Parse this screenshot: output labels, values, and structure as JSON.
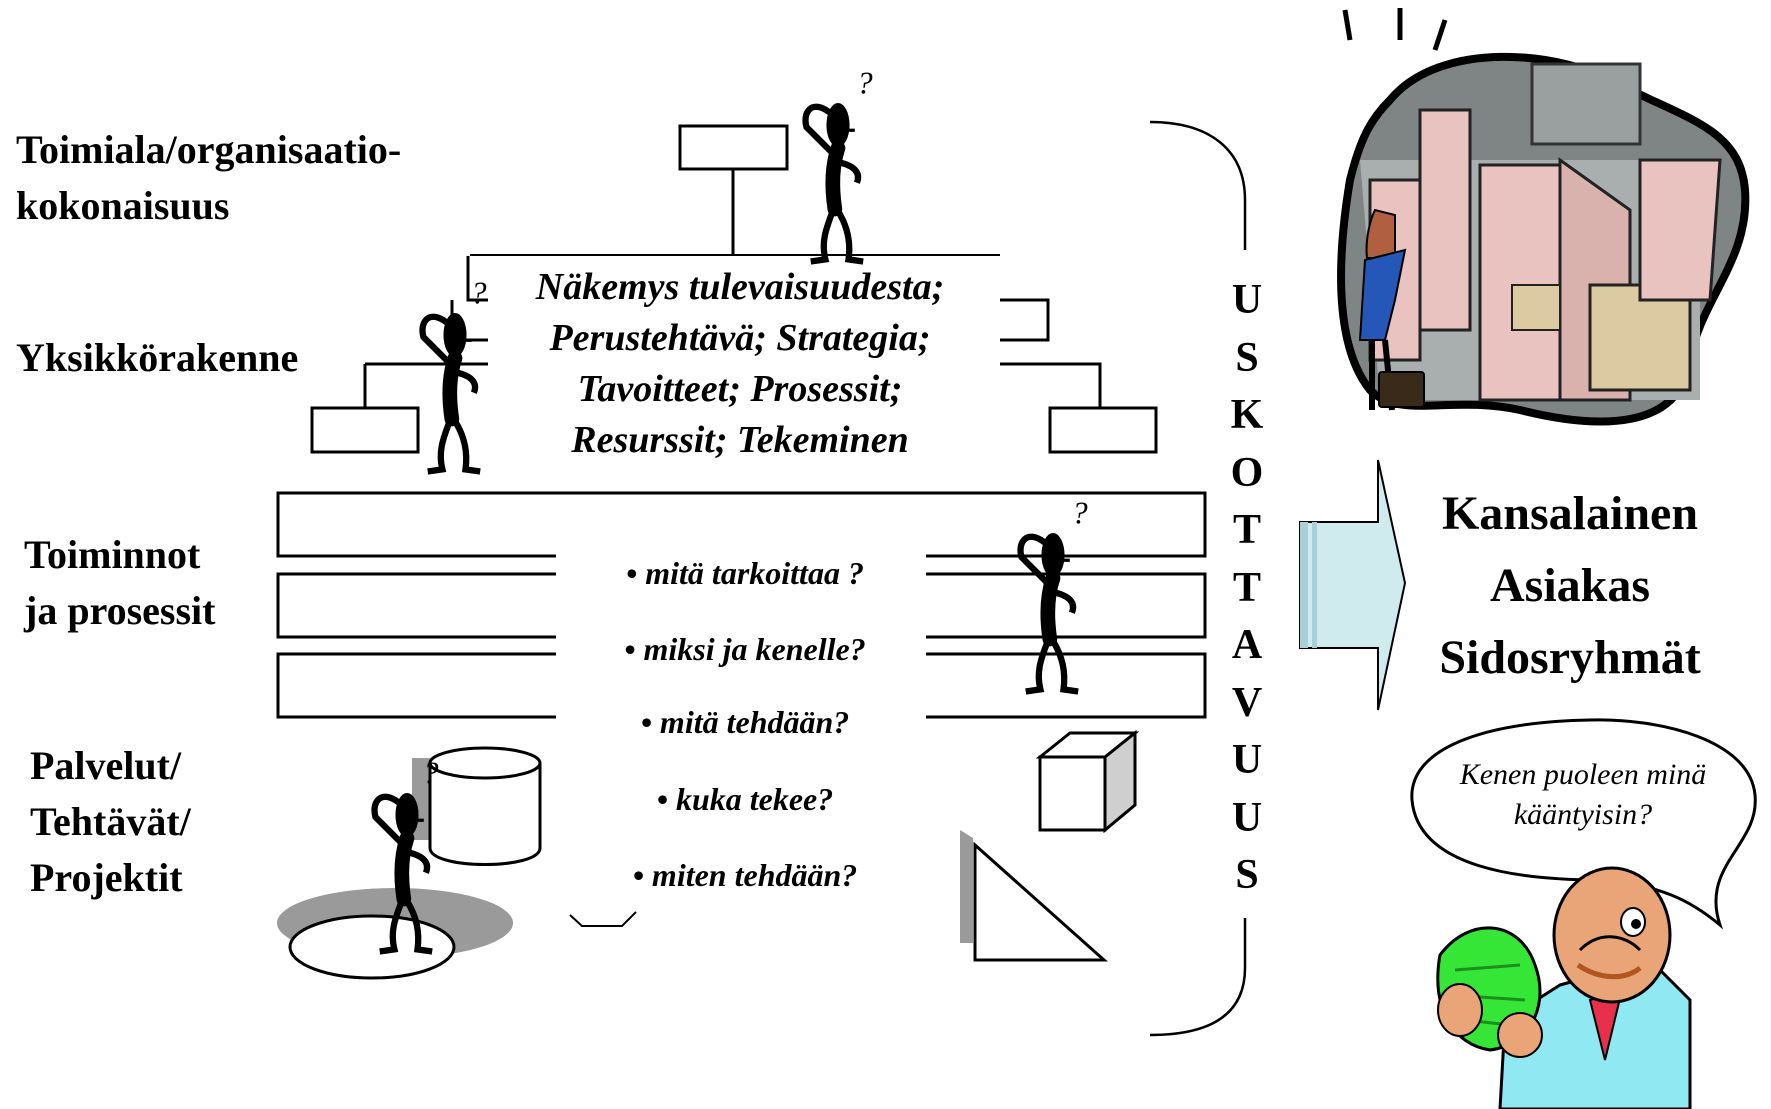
{
  "levels": {
    "organization": [
      "Toimiala/organisaatio-",
      "kokonaisuus"
    ],
    "unit": "Yksikkörakenne",
    "functions": [
      "Toiminnot",
      "ja prosessit"
    ],
    "services": [
      "Palvelut/",
      "Tehtävät/",
      "Projektit"
    ]
  },
  "vision": [
    "Näkemys tulevaisuudesta;",
    "Perustehtävä; Strategia;",
    "Tavoitteet; Prosessit;",
    "Resurssit; Tekeminen"
  ],
  "questions": [
    "• mitä tarkoittaa ?",
    "• miksi ja kenelle?",
    "• mitä tehdään?",
    "• kuka tekee?",
    "• miten tehdään?"
  ],
  "credibility_letters": [
    "U",
    "S",
    "K",
    "O",
    "T",
    "T",
    "A",
    "V",
    "U",
    "U",
    "S"
  ],
  "stakeholders": [
    "Kansalainen",
    "Asiakas",
    "Sidosryhmät"
  ],
  "speech_bubble": [
    "Kenen puoleen minä",
    "kääntyisin?"
  ],
  "colors": {
    "arrow_fill": "#d0ebee",
    "arrow_stripe": "#a8d0d6",
    "maze_wall": "#e9c3bf",
    "suit": "#2457b8",
    "money": "#35e636",
    "shirt": "#8fe8f2"
  }
}
